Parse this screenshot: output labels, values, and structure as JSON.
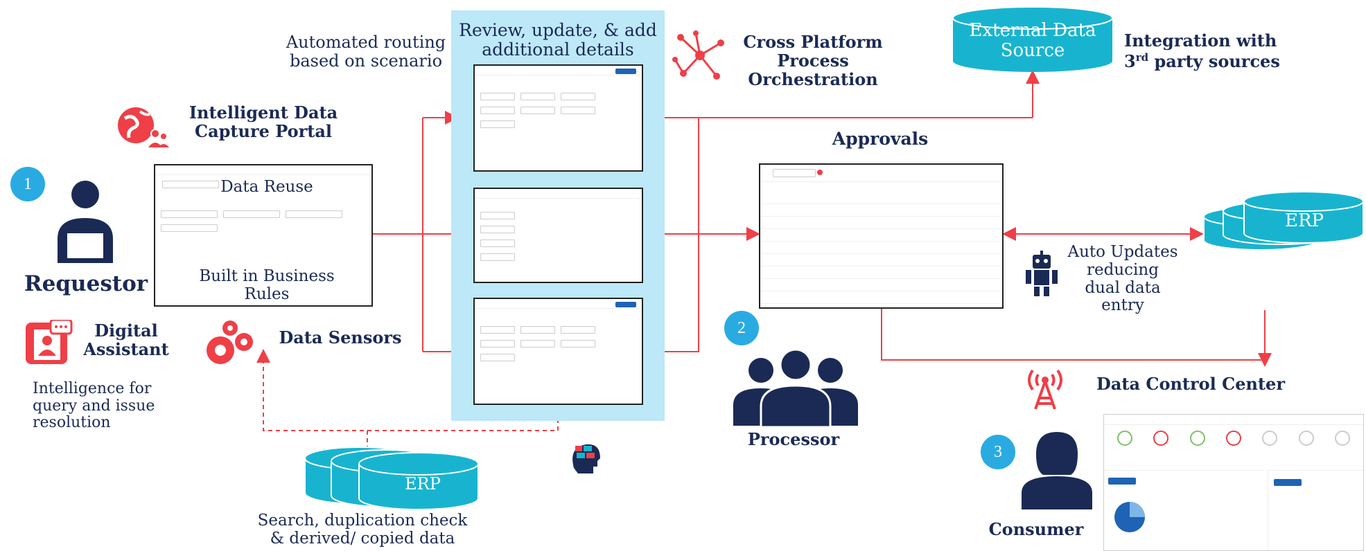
{
  "numbers": {
    "one": "1",
    "two": "2",
    "three": "3"
  },
  "labels": {
    "automated_routing": "Automated routing based on scenario",
    "review_update": "Review, update, & add additional details",
    "cross_platform": "Cross Platform Process Orchestration",
    "external_data": "External Data Source",
    "integration_main": "Integration with",
    "integration_3": "3",
    "integration_rd": "rd",
    "integration_rest": " party sources",
    "intelligent_capture": "Intelligent Data Capture Portal",
    "data_reuse": "Data Reuse",
    "built_in": "Built in Business Rules",
    "requestor": "Requestor",
    "digital_assistant": "Digital Assistant",
    "intelligence": "Intelligence for query and issue resolution",
    "data_sensors": "Data Sensors",
    "approvals": "Approvals",
    "erp_right": "ERP",
    "auto_updates": "Auto Updates reducing dual data entry",
    "processor": "Processor",
    "data_control": "Data Control Center",
    "consumer": "Consumer",
    "erp_bottom": "ERP",
    "search_dup": "Search, duplication check & derived/ copied data"
  },
  "colors": {
    "red": "#ef3f47",
    "navy": "#1b2a55",
    "cyan": "#18b4cf",
    "panel": "#bde8f8",
    "badge": "#29abe2"
  }
}
